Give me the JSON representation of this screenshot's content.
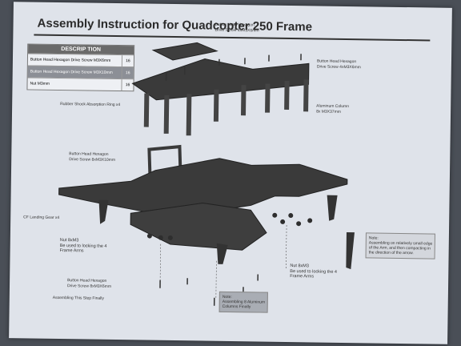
{
  "title": "Assembly Instruction for Quadcopter 250 Frame",
  "description_table": {
    "header": "DESCRIP TION",
    "rows": [
      {
        "name": "Button Head Hexagon Drive Screw M3X6mm",
        "qty": "16"
      },
      {
        "name": "Button Head Hexagon Drive Screw M3X10mm",
        "qty": "16"
      },
      {
        "name": "Nut M3mm",
        "qty": "16"
      }
    ]
  },
  "labels": {
    "top_screw": [
      "Button Head Hexagon",
      "Drive Screw 4xM3X6mm"
    ],
    "right_screw": [
      "Button Head Hexagon",
      "Drive Screw 4xM3X6mm"
    ],
    "rubber_ring": "Rubber Shock Absorption Ring x4",
    "aluminum_column": [
      "Aluminum Column",
      "8x M3X37mm"
    ],
    "mid_screw": [
      "Button Head Hexagon",
      "Drive Screw 8xM3X10mm"
    ],
    "landing_gear": "CF Landing Gear x4",
    "nut_left": [
      "Nut 8xM3",
      "Be used to locking the 4",
      "Frame Arms"
    ],
    "nut_right": [
      "Nut 8xM3",
      "Be used to locking the 4",
      "Frame Arms"
    ],
    "bottom_screw": [
      "Button Head Hexagon",
      "Drive Screw 8xM3X6mm"
    ],
    "assembling_final": "Assembling This Step Finally"
  },
  "notes": {
    "center": [
      "Note:",
      "Assembling 8 Aluminum",
      "Columns Finally"
    ],
    "right": [
      "Note:",
      "Assembling on relatively small edge",
      "of the Arm, and then compacting in",
      "the direction of the arrow."
    ]
  }
}
